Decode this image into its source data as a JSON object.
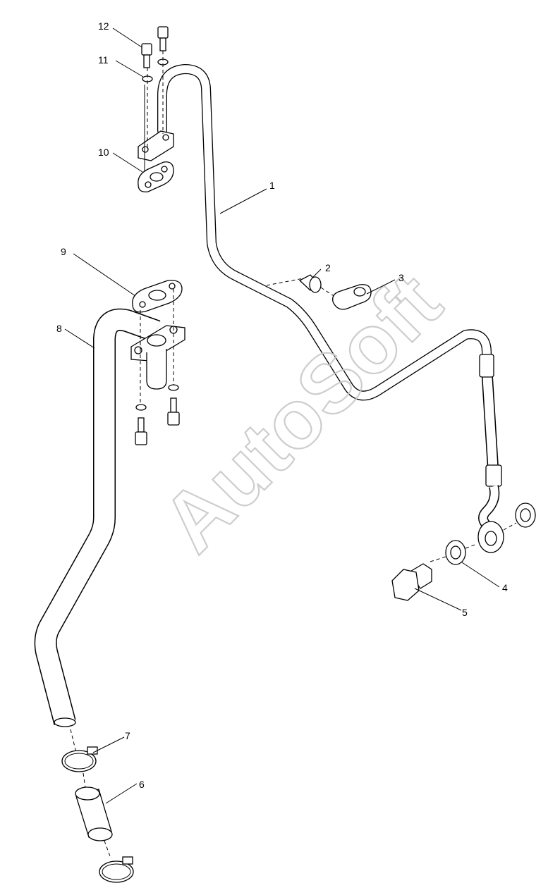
{
  "watermark": "AutoSoft",
  "callouts": [
    {
      "id": "callout-1",
      "text": "1"
    },
    {
      "id": "callout-2",
      "text": "2"
    },
    {
      "id": "callout-3",
      "text": "3"
    },
    {
      "id": "callout-4",
      "text": "4"
    },
    {
      "id": "callout-5",
      "text": "5"
    },
    {
      "id": "callout-6",
      "text": "6"
    },
    {
      "id": "callout-7",
      "text": "7"
    },
    {
      "id": "callout-8",
      "text": "8"
    },
    {
      "id": "callout-9",
      "text": "9"
    },
    {
      "id": "callout-10",
      "text": "10"
    },
    {
      "id": "callout-11",
      "text": "11"
    },
    {
      "id": "callout-12",
      "text": "12"
    }
  ]
}
